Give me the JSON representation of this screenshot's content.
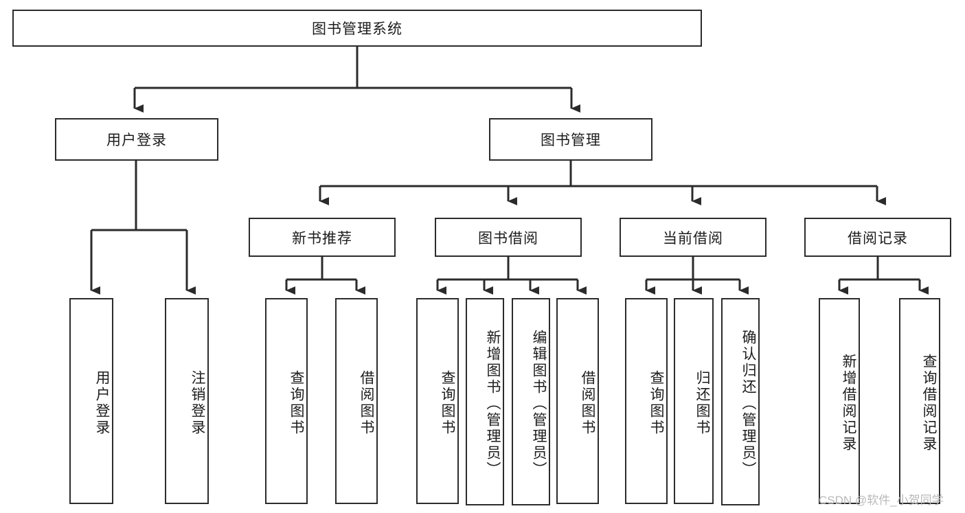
{
  "diagram": {
    "title": "图书管理系统",
    "type": "hierarchy-tree",
    "watermark": "CSDN @软件_小贺同学",
    "colors": {
      "background": "#ffffff",
      "box_border": "#2b2b2b",
      "box_fill": "#ffffff",
      "connector": "#2b2b2b",
      "text": "#1c1c1c",
      "watermark": "#b9b9b9"
    },
    "nodes": {
      "root": {
        "label": "图书管理系统",
        "orientation": "horizontal"
      },
      "level1": [
        {
          "id": "user-login",
          "label": "用户登录",
          "orientation": "horizontal"
        },
        {
          "id": "book-manage",
          "label": "图书管理",
          "orientation": "horizontal"
        }
      ],
      "level2": [
        {
          "id": "new-book-recommend",
          "label": "新书推荐",
          "orientation": "horizontal"
        },
        {
          "id": "book-borrow",
          "label": "图书借阅",
          "orientation": "horizontal"
        },
        {
          "id": "current-borrow",
          "label": "当前借阅",
          "orientation": "horizontal"
        },
        {
          "id": "borrow-record",
          "label": "借阅记录",
          "orientation": "horizontal"
        }
      ],
      "leaves": [
        {
          "id": "leaf-user-login",
          "label": "用户登录",
          "parent": "user-login",
          "orientation": "vertical"
        },
        {
          "id": "leaf-user-logout",
          "label": "注销登录",
          "parent": "user-login",
          "orientation": "vertical"
        },
        {
          "id": "leaf-query-book-1",
          "label": "查询图书",
          "parent": "new-book-recommend",
          "orientation": "vertical"
        },
        {
          "id": "leaf-borrow-book-1",
          "label": "借阅图书",
          "parent": "new-book-recommend",
          "orientation": "vertical"
        },
        {
          "id": "leaf-query-book-2",
          "label": "查询图书",
          "parent": "book-borrow",
          "orientation": "vertical"
        },
        {
          "id": "leaf-add-book",
          "label": "新增图书（管理员）",
          "parent": "book-borrow",
          "orientation": "vertical"
        },
        {
          "id": "leaf-edit-book",
          "label": "编辑图书（管理员）",
          "parent": "book-borrow",
          "orientation": "vertical"
        },
        {
          "id": "leaf-borrow-book-2",
          "label": "借阅图书",
          "parent": "book-borrow",
          "orientation": "vertical"
        },
        {
          "id": "leaf-query-book-3",
          "label": "查询图书",
          "parent": "current-borrow",
          "orientation": "vertical"
        },
        {
          "id": "leaf-return-book",
          "label": "归还图书",
          "parent": "current-borrow",
          "orientation": "vertical"
        },
        {
          "id": "leaf-confirm-return",
          "label": "确认归还（管理员）",
          "parent": "current-borrow",
          "orientation": "vertical"
        },
        {
          "id": "leaf-add-record",
          "label": "新增借阅记录",
          "parent": "borrow-record",
          "orientation": "vertical"
        },
        {
          "id": "leaf-query-record",
          "label": "查询借阅记录",
          "parent": "borrow-record",
          "orientation": "vertical"
        }
      ]
    }
  }
}
